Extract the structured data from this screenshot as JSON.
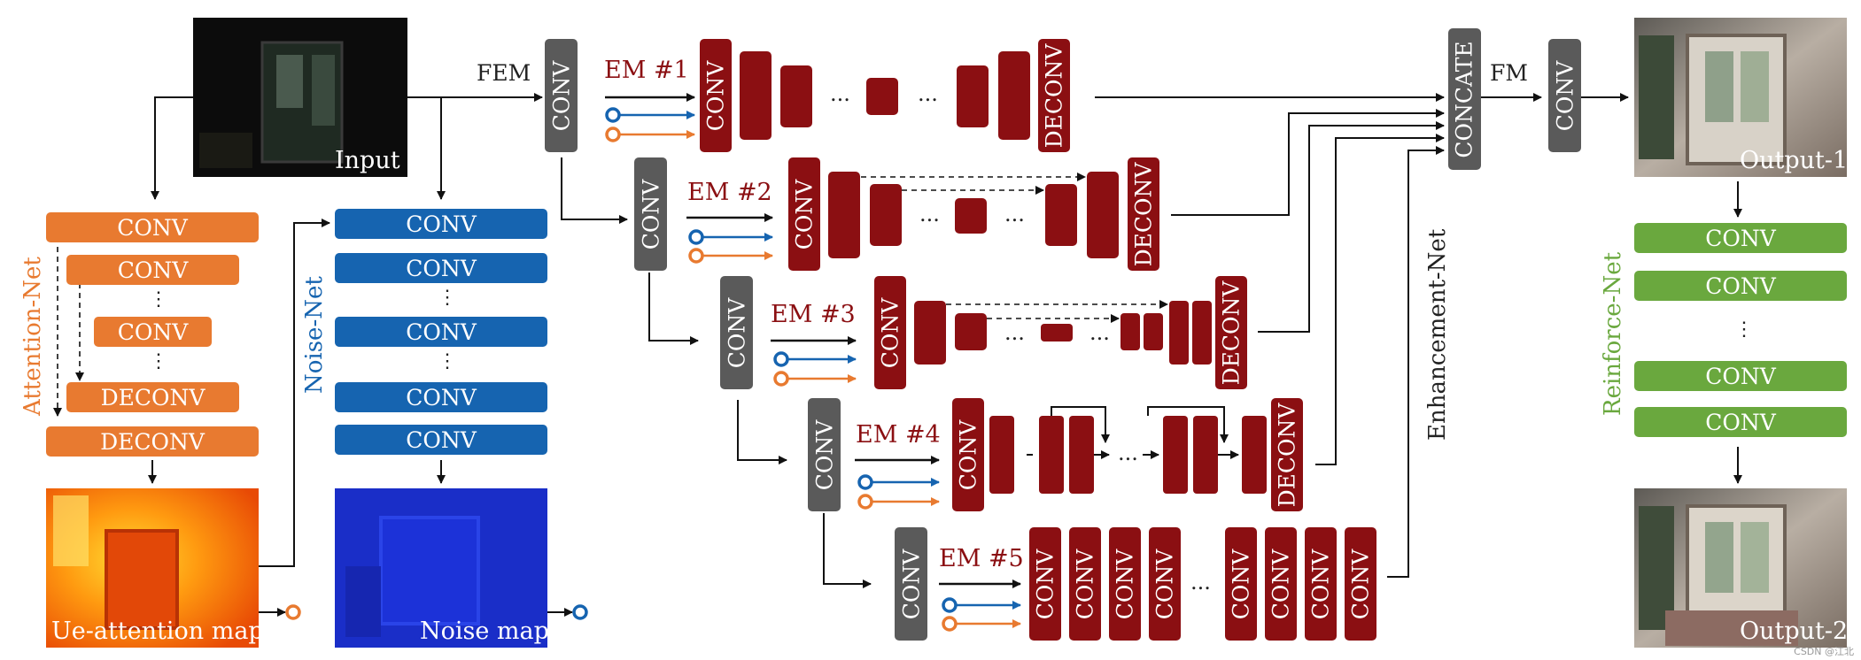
{
  "images": {
    "input": "Input",
    "output1": "Output-1",
    "output2": "Output-2",
    "attention_map": "Ue-attention map",
    "noise_map": "Noise map"
  },
  "nets": {
    "attention": "Attention-Net",
    "noise": "Noise-Net",
    "enhancement": "Enhancement-Net",
    "reinforce": "Reinforce-Net"
  },
  "ops": {
    "fem": "FEM",
    "fm": "FM",
    "conv": "CONV",
    "deconv": "DECONV",
    "concate": "CONCATE",
    "ellipsis": "...",
    "vdots": "⋮"
  },
  "em": {
    "em1": "EM #1",
    "em2": "EM #2",
    "em3": "EM #3",
    "em4": "EM #4",
    "em5": "EM #5"
  },
  "colors": {
    "orange": "#e87a30",
    "blue": "#1664b0",
    "green": "#6aa83e",
    "darkred": "#8b0f12",
    "gray": "#5a5a5a"
  },
  "watermark": "CSDN @江北"
}
